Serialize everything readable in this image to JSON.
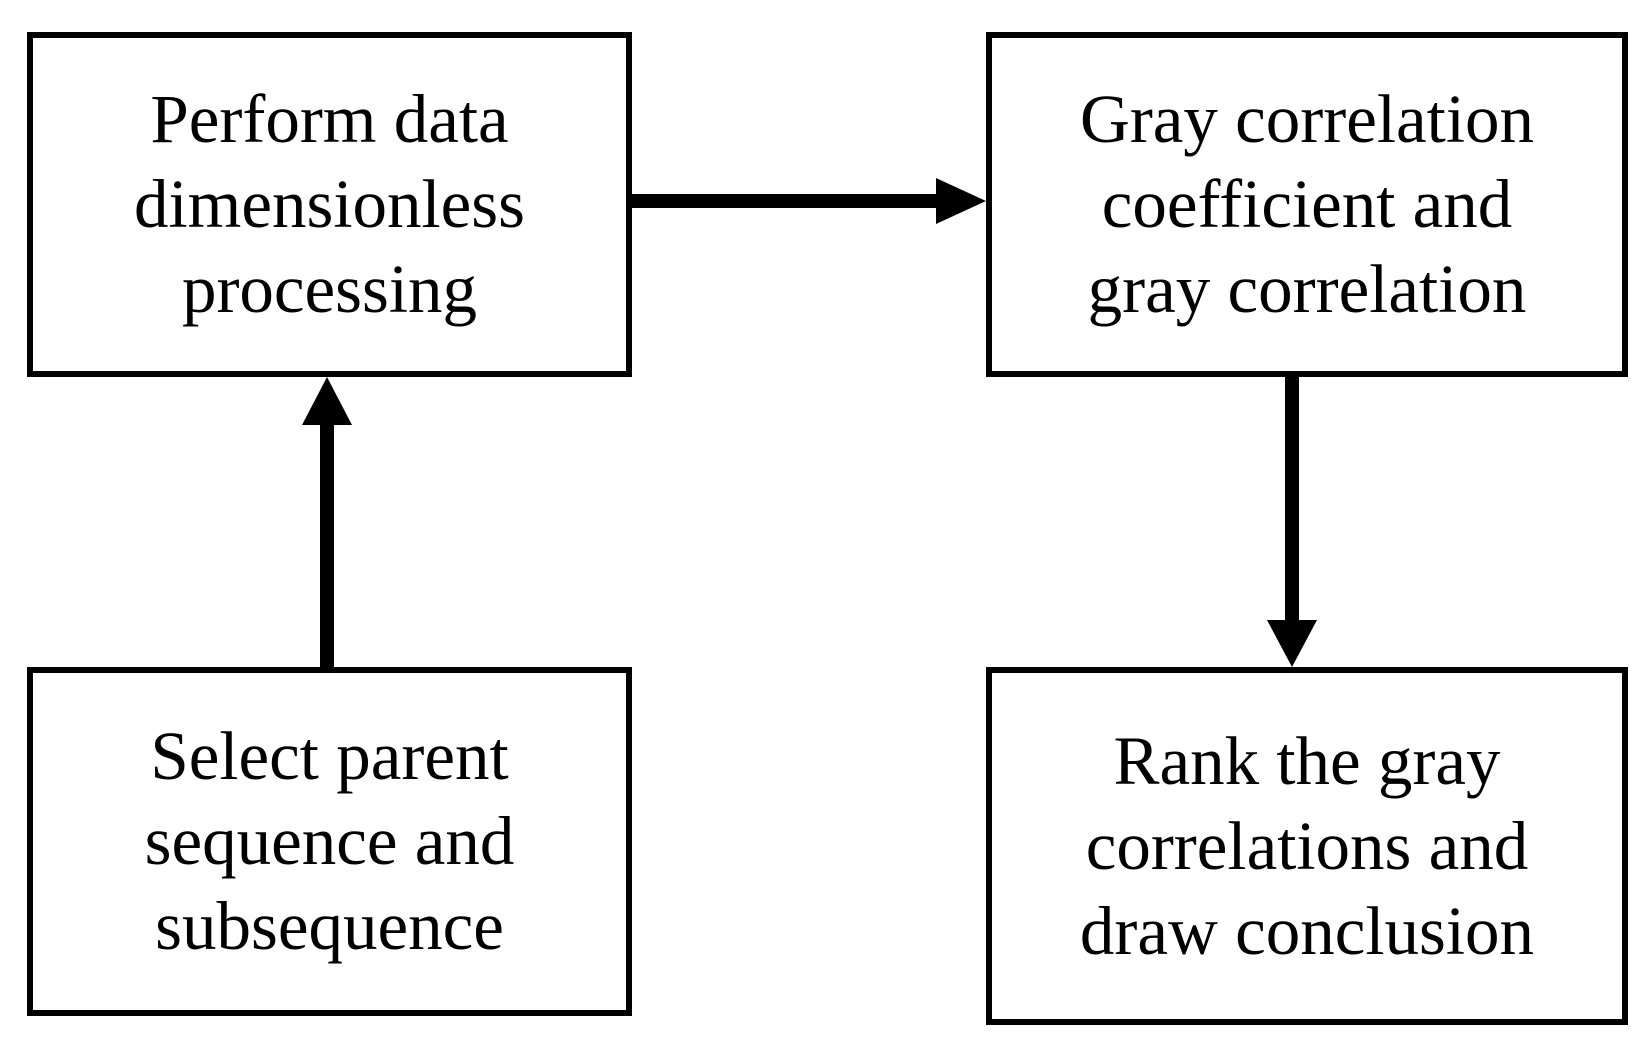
{
  "steps": {
    "dimensionless": {
      "lines": [
        "Perform data",
        "dimensionless",
        "processing"
      ]
    },
    "correlation": {
      "lines": [
        "Gray correlation",
        "coefficient and",
        "gray correlation"
      ]
    },
    "select": {
      "lines": [
        "Select parent",
        "sequence and",
        "subsequence"
      ]
    },
    "rank": {
      "lines": [
        "Rank the gray",
        "correlations and",
        "draw conclusion"
      ]
    }
  },
  "flow": [
    {
      "from": "select",
      "to": "dimensionless"
    },
    {
      "from": "dimensionless",
      "to": "correlation"
    },
    {
      "from": "correlation",
      "to": "rank"
    }
  ],
  "colors": {
    "stroke": "#000000",
    "background": "#ffffff"
  }
}
